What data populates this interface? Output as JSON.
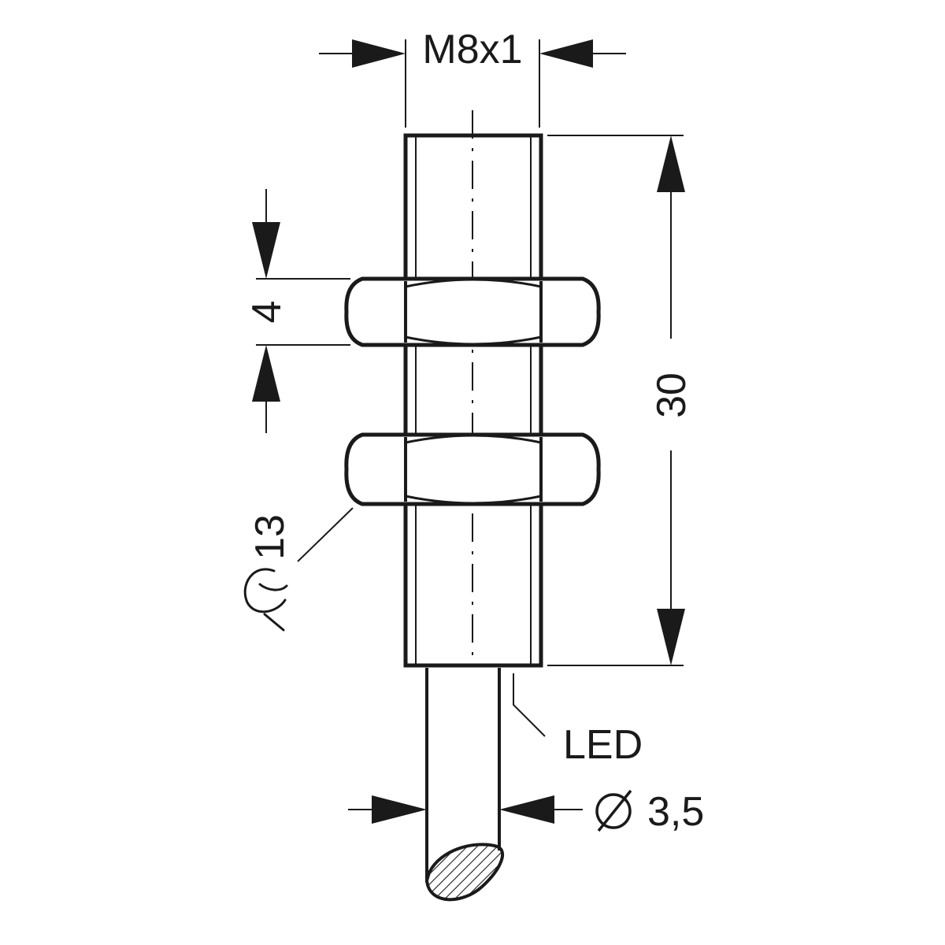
{
  "drawing": {
    "labels": {
      "thread": "M8x1",
      "nut_height": "4",
      "housing_length": "30",
      "wrench_size": "13",
      "led": "LED",
      "cable_diameter": "3,5"
    },
    "symbols": {
      "wrench": "wrench-size-icon",
      "diameter": "diameter-icon"
    },
    "colors": {
      "line": "#1a1a1a",
      "background": "#ffffff"
    }
  }
}
